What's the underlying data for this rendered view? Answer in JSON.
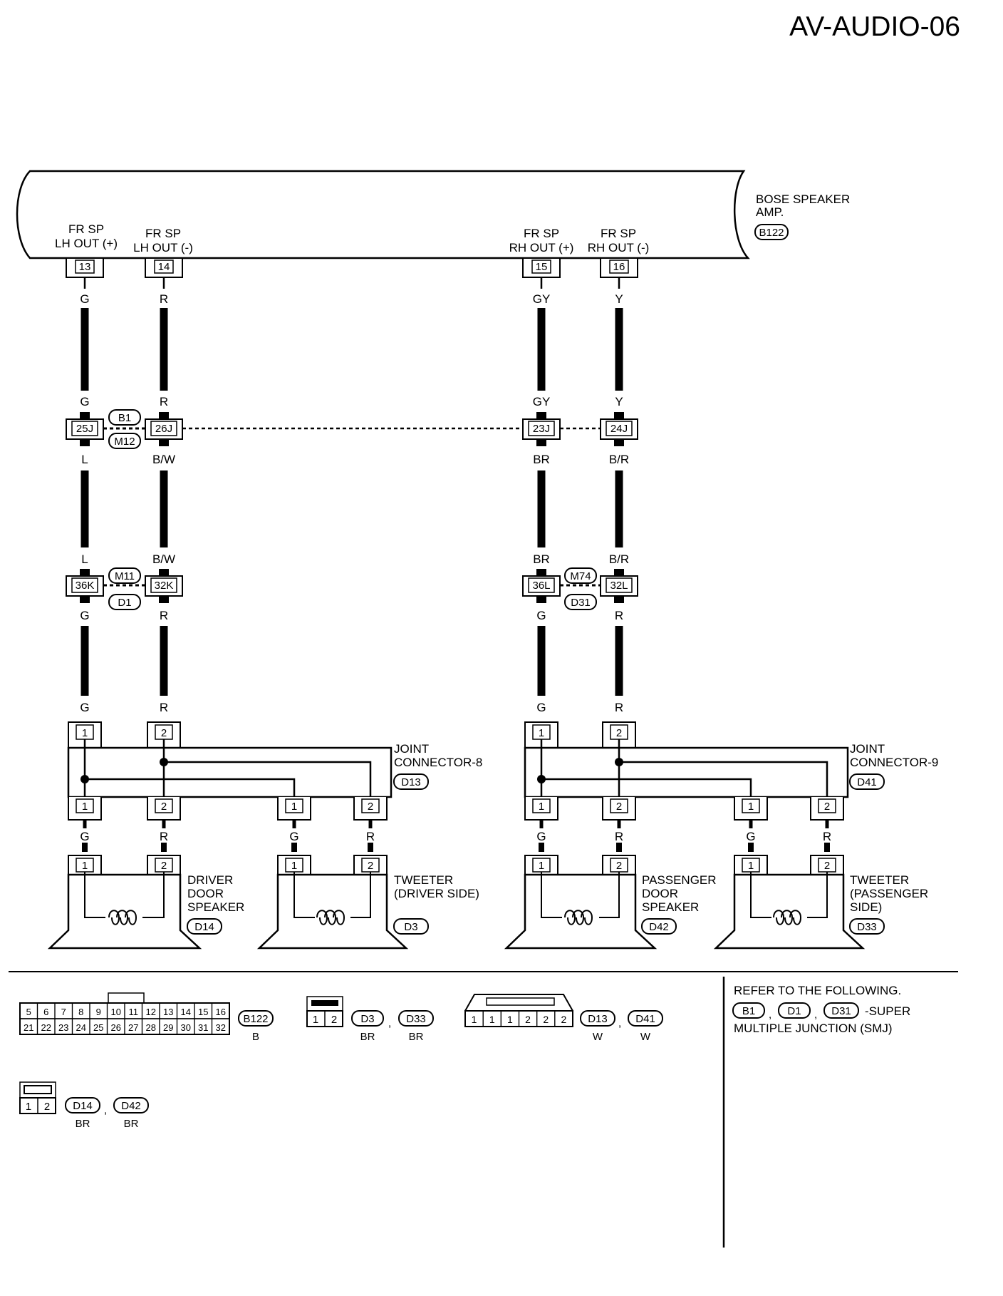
{
  "page_code": "AV-AUDIO-06",
  "amp": {
    "name": [
      "BOSE SPEAKER",
      "AMP."
    ],
    "code": "B122",
    "terminals": [
      {
        "label": [
          "FR SP",
          "LH OUT (+)"
        ],
        "pin": "13"
      },
      {
        "label": [
          "FR SP",
          "LH OUT (-)"
        ],
        "pin": "14"
      },
      {
        "label": [
          "FR SP",
          "RH OUT (+)"
        ],
        "pin": "15"
      },
      {
        "label": [
          "FR SP",
          "RH OUT (-)"
        ],
        "pin": "16"
      }
    ]
  },
  "circuits": [
    {
      "amp_wire": "G",
      "j1_pin": "25J",
      "j1_out": "L",
      "j2_in": "L",
      "j2_pin": "36K",
      "j2_out": "G",
      "end_wire": "G",
      "joint_pin": "1"
    },
    {
      "amp_wire": "R",
      "j1_pin": "26J",
      "j1_out": "B/W",
      "j2_in": "B/W",
      "j2_pin": "32K",
      "j2_out": "R",
      "end_wire": "R",
      "joint_pin": "2"
    },
    {
      "amp_wire": "GY",
      "j1_pin": "23J",
      "j1_out": "BR",
      "j2_in": "BR",
      "j2_pin": "36L",
      "j2_out": "G",
      "end_wire": "G",
      "joint_pin": "1"
    },
    {
      "amp_wire": "Y",
      "j1_pin": "24J",
      "j1_out": "B/R",
      "j2_in": "B/R",
      "j2_pin": "32L",
      "j2_out": "R",
      "end_wire": "R",
      "joint_pin": "2"
    }
  ],
  "junction_1": {
    "codes": [
      "B1",
      "M12"
    ]
  },
  "junction_2_left": {
    "codes": [
      "M11",
      "D1"
    ]
  },
  "junction_2_right": {
    "codes": [
      "M74",
      "D31"
    ]
  },
  "joint_connectors": [
    {
      "name": [
        "JOINT",
        "CONNECTOR-8"
      ],
      "code": "D13",
      "in_pins": [
        "1",
        "2"
      ],
      "out_pins": [
        "1",
        "2",
        "1",
        "2"
      ]
    },
    {
      "name": [
        "JOINT",
        "CONNECTOR-9"
      ],
      "code": "D41",
      "in_pins": [
        "1",
        "2"
      ],
      "out_pins": [
        "1",
        "2",
        "1",
        "2"
      ]
    }
  ],
  "output_wires": [
    "G",
    "R",
    "G",
    "R",
    "G",
    "R",
    "G",
    "R"
  ],
  "speakers": [
    {
      "name": [
        "DRIVER",
        "DOOR",
        "SPEAKER"
      ],
      "code": "D14",
      "pins": [
        "1",
        "2"
      ]
    },
    {
      "name": [
        "TWEETER",
        "(DRIVER SIDE)"
      ],
      "code": "D3",
      "pins": [
        "1",
        "2"
      ]
    },
    {
      "name": [
        "PASSENGER",
        "DOOR",
        "SPEAKER"
      ],
      "code": "D42",
      "pins": [
        "1",
        "2"
      ]
    },
    {
      "name": [
        "TWEETER",
        "(PASSENGER",
        "SIDE)"
      ],
      "code": "D33",
      "pins": [
        "1",
        "2"
      ]
    }
  ],
  "connector_views": {
    "b122": {
      "row1": [
        "5",
        "6",
        "7",
        "8",
        "9",
        "10",
        "11",
        "12",
        "13",
        "14",
        "15",
        "16"
      ],
      "row2": [
        "21",
        "22",
        "23",
        "24",
        "25",
        "26",
        "27",
        "28",
        "29",
        "30",
        "31",
        "32"
      ],
      "code": "B122",
      "color": "B"
    },
    "two_pin_a": {
      "pins": [
        "1",
        "2"
      ],
      "codes": [
        "D3",
        "D33"
      ],
      "colors": [
        "BR",
        "BR"
      ]
    },
    "joint_view": {
      "pins": [
        "1",
        "1",
        "1",
        "2",
        "2",
        "2"
      ],
      "codes": [
        "D13",
        "D41"
      ],
      "colors": [
        "W",
        "W"
      ]
    },
    "two_pin_b": {
      "pins": [
        "1",
        "2"
      ],
      "codes": [
        "D14",
        "D42"
      ],
      "colors": [
        "BR",
        "BR"
      ]
    }
  },
  "refer_note": {
    "line1": "REFER TO THE FOLLOWING.",
    "codes": [
      "B1",
      "D1",
      "D31"
    ],
    "suffix": "-SUPER",
    "line3": "MULTIPLE JUNCTION (SMJ)"
  }
}
